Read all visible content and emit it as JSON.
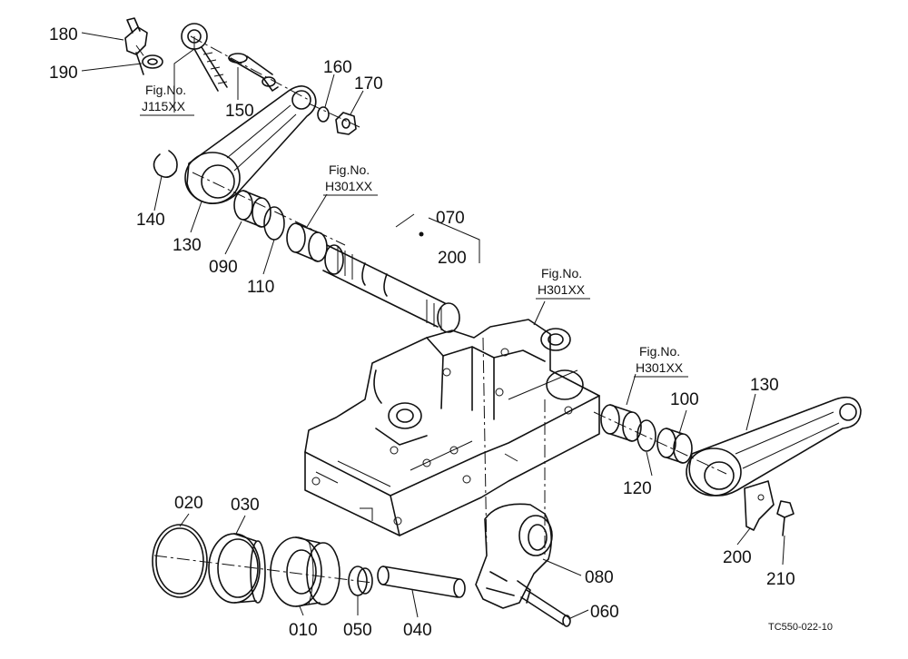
{
  "parts": {
    "p180": "180",
    "p190": "190",
    "p150": "150",
    "p160": "160",
    "p170": "170",
    "p140": "140",
    "p130a": "130",
    "p090": "090",
    "p110": "110",
    "p070": "070",
    "p200a": "200",
    "p130b": "130",
    "p100": "100",
    "p120": "120",
    "p200b": "200",
    "p210": "210",
    "p020": "020",
    "p030": "030",
    "p010": "010",
    "p050": "050",
    "p040": "040",
    "p060": "060",
    "p080": "080"
  },
  "refs": {
    "r1": {
      "label": "Fig.No.",
      "code": "J115XX"
    },
    "r2": {
      "label": "Fig.No.",
      "code": "H301XX"
    },
    "r3": {
      "label": "Fig.No.",
      "code": "H301XX"
    },
    "r4": {
      "label": "Fig.No.",
      "code": "H301XX"
    }
  },
  "drawing_code": "TC550-022-10"
}
